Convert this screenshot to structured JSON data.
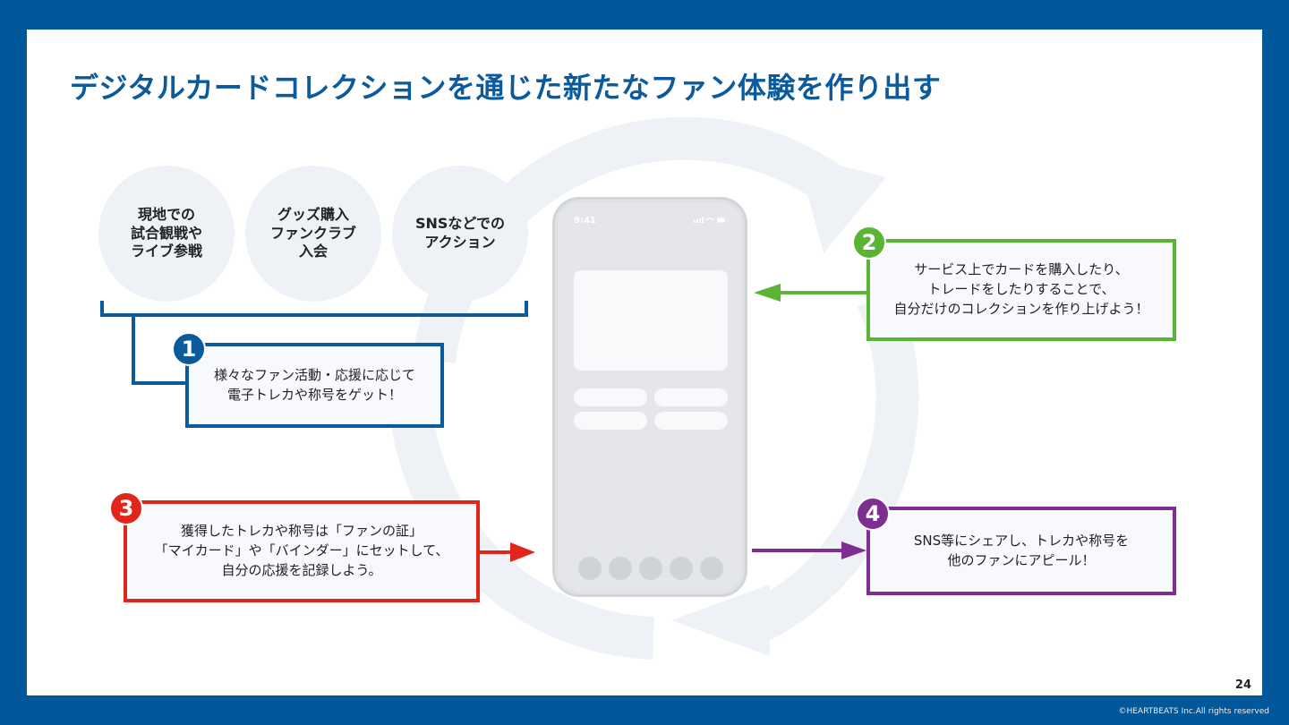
{
  "title": "デジタルカードコレクションを通じた新たなファン体験を作り出す",
  "circles": [
    {
      "lines": [
        "現地での",
        "試合観戦や",
        "ライブ参戦"
      ]
    },
    {
      "lines": [
        "グッズ購入",
        "ファンクラブ",
        "入会"
      ]
    },
    {
      "lines": [
        "SNSなどでの",
        "アクション"
      ]
    }
  ],
  "steps": [
    {
      "number": "1",
      "lines": [
        "様々なファン活動・応援に応じて",
        "電子トレカや称号をゲット！"
      ]
    },
    {
      "number": "2",
      "lines": [
        "サービス上でカードを購入したり、",
        "トレードをしたりすることで、",
        "自分だけのコレクションを作り上げよう！"
      ]
    },
    {
      "number": "3",
      "lines": [
        "獲得したトレカや称号は「ファンの証」",
        "「マイカード」や「バインダー」にセットして、",
        "自分の応援を記録しよう。"
      ]
    },
    {
      "number": "4",
      "lines": [
        "SNS等にシェアし、トレカや称号を",
        "他のファンにアピール！"
      ]
    }
  ],
  "phone": {
    "time": "9:41"
  },
  "colors": {
    "brand": "#0b5a9c",
    "step2": "#5bb535",
    "step3": "#e2251b",
    "step4": "#7e2d91",
    "cycle": "#eef2f6"
  },
  "page_number": "24",
  "copyright": "©HEARTBEATS Inc.All rights reserved"
}
